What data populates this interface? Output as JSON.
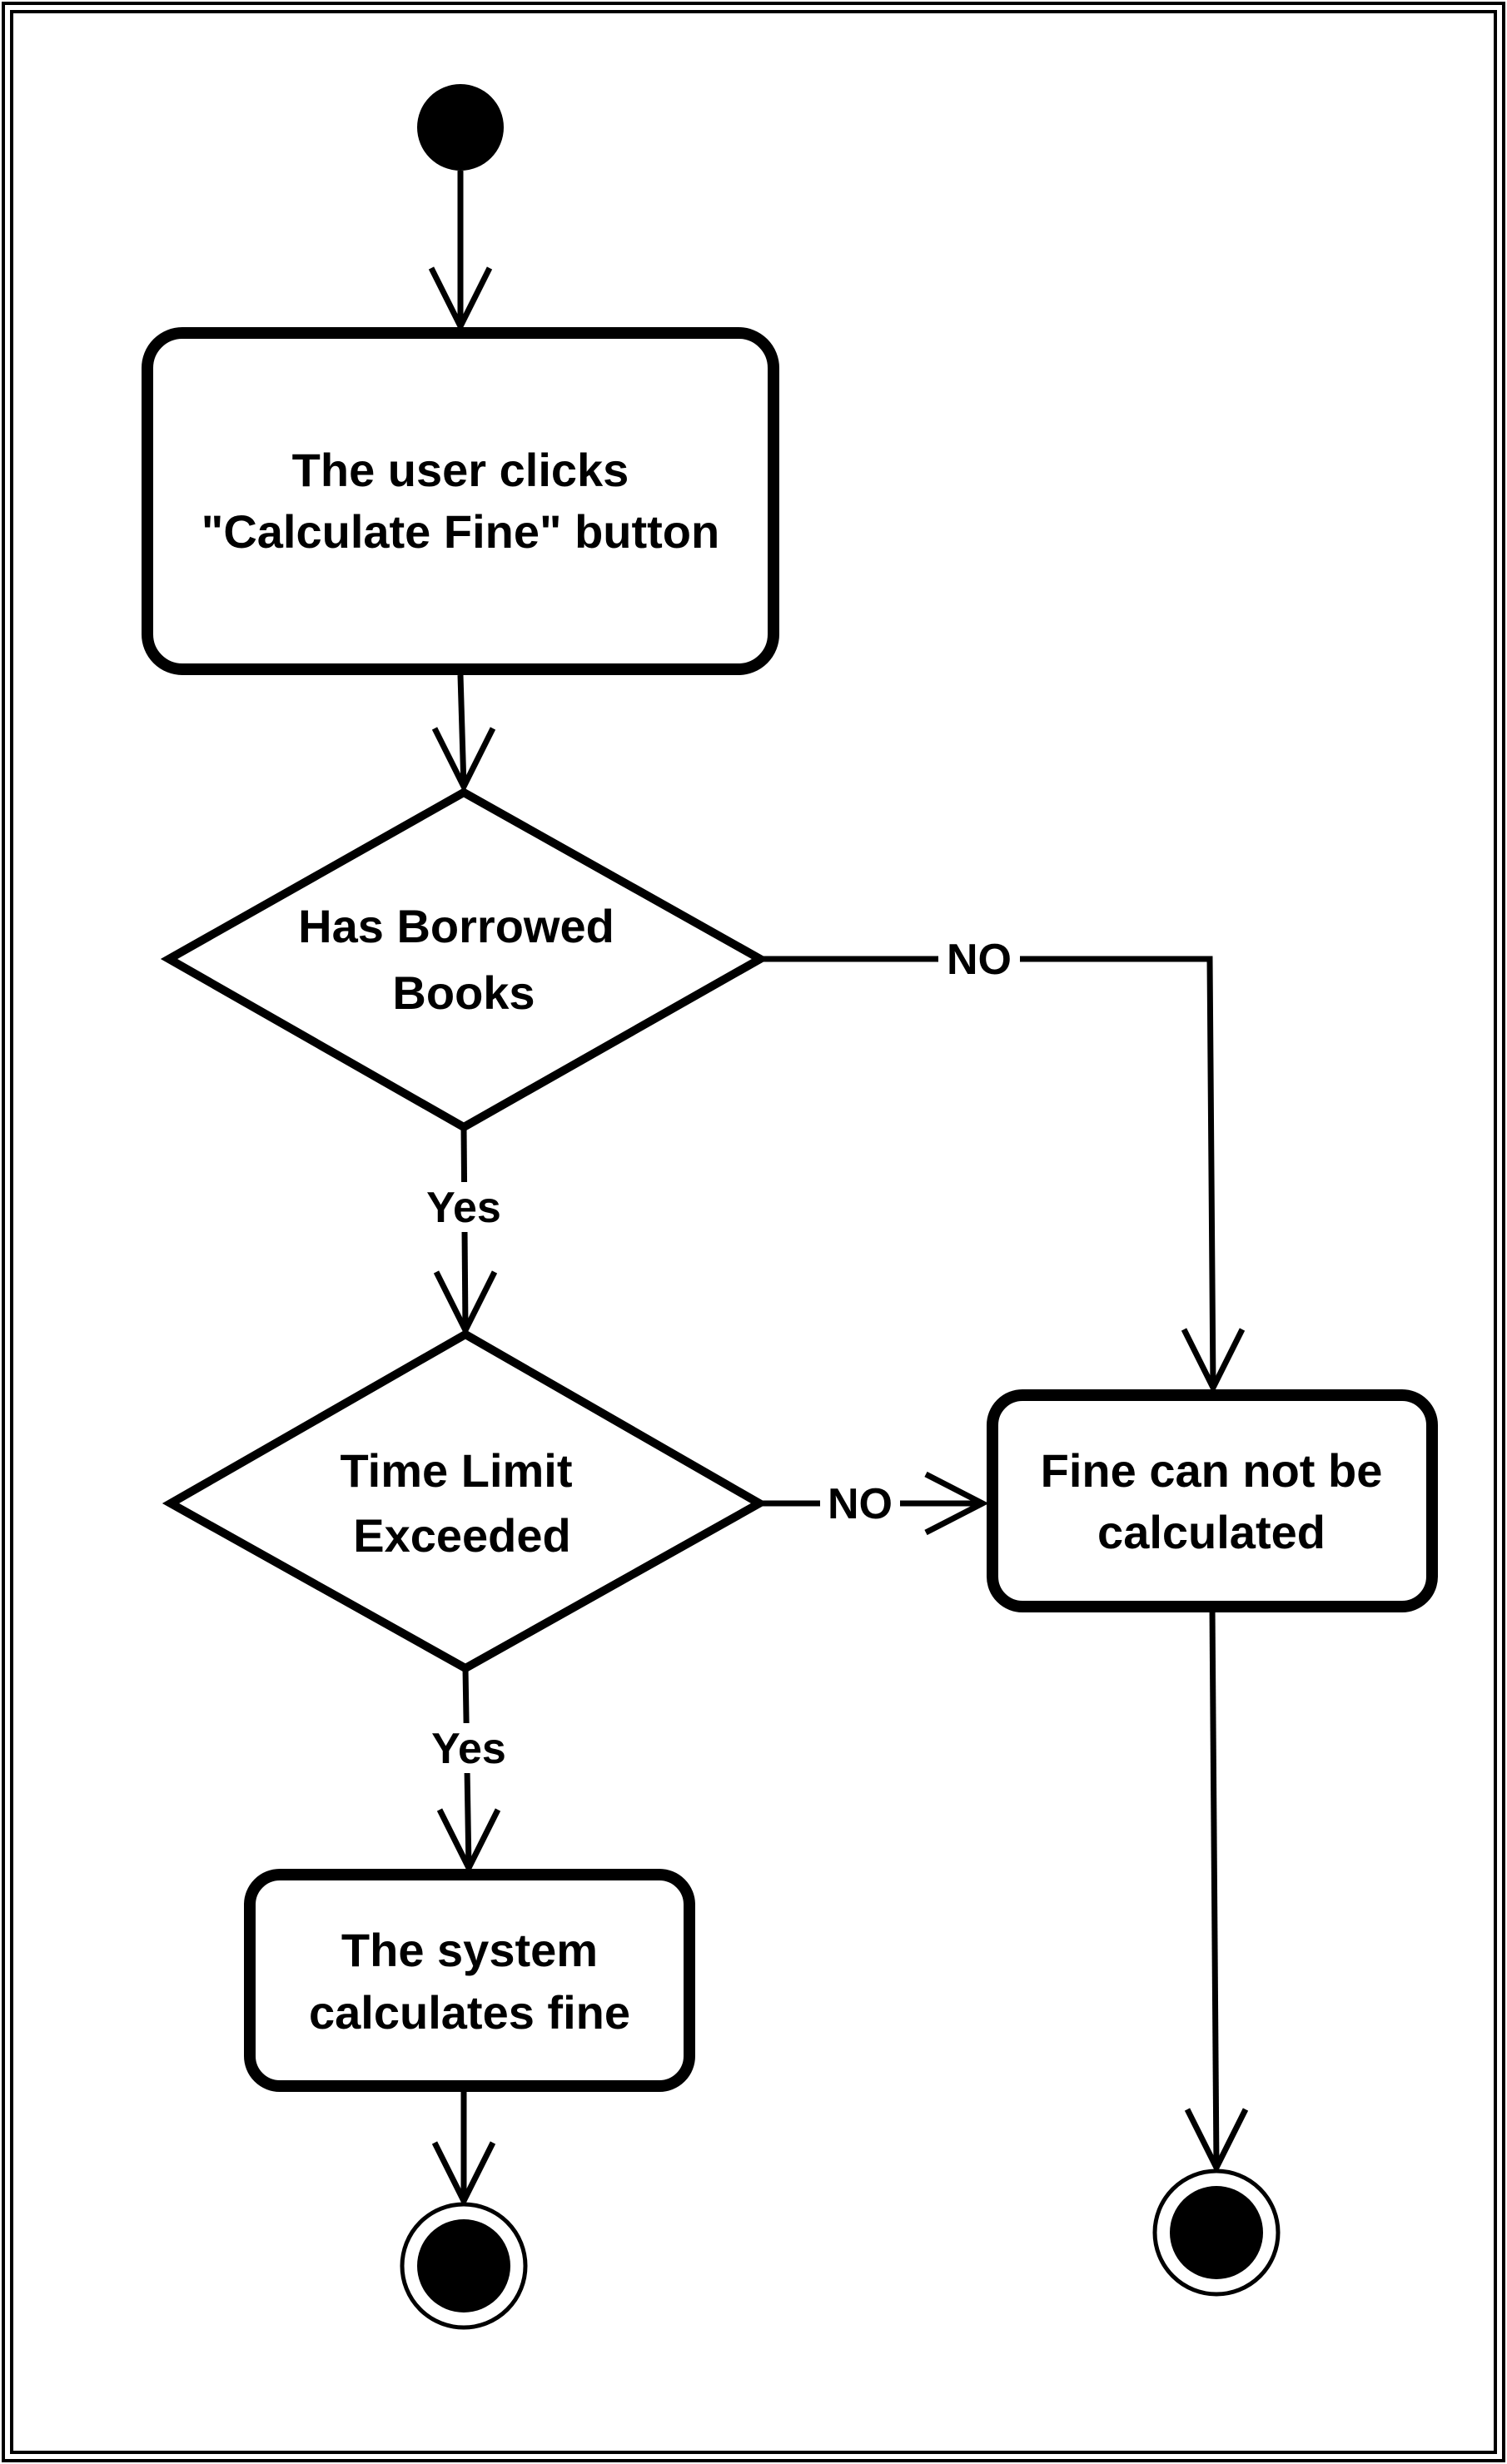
{
  "diagram": {
    "nodes": {
      "user_clicks": {
        "lines": [
          "The user clicks",
          "\"Calculate Fine\" button"
        ]
      },
      "has_borrowed": {
        "lines": [
          "Has Borrowed",
          "Books"
        ]
      },
      "time_limit": {
        "lines": [
          "Time Limit",
          "Exceeded"
        ]
      },
      "cannot_calc": {
        "lines": [
          "Fine can not be",
          "calculated"
        ]
      },
      "system_calc": {
        "lines": [
          "The system",
          "calculates fine"
        ]
      }
    },
    "edges": {
      "borrowed_no": "NO",
      "borrowed_yes": "Yes",
      "time_no": "NO",
      "time_yes": "Yes"
    }
  }
}
